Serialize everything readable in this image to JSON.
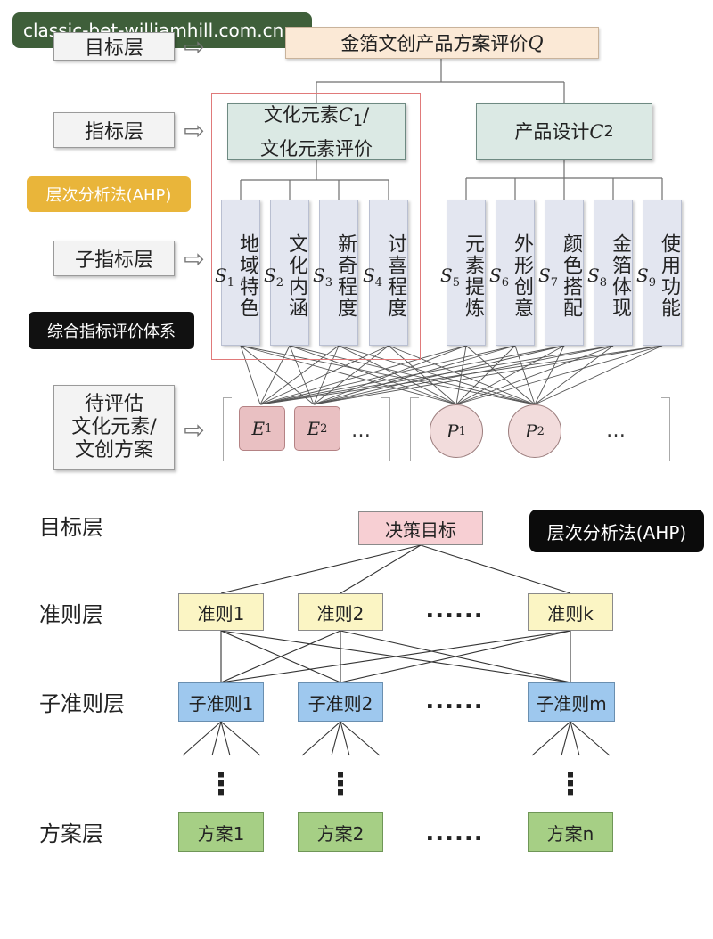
{
  "watermark": "classic-bet-williamhill.com.cn",
  "top": {
    "layers": {
      "goal": "目标层",
      "indicator": "指标层",
      "sub_indicator": "子指标层",
      "evaluate": [
        "待评估",
        "文化元素/",
        "文创方案"
      ]
    },
    "goal_box": "金箔文创产品方案评价",
    "goal_symbol": "Q",
    "c1": {
      "line1": "文化元素",
      "symbol": "C",
      "sub": "1",
      "slash": "/",
      "line2": "文化元素评价"
    },
    "c2": {
      "label": "产品设计",
      "symbol": "C",
      "sub": "2"
    },
    "ahp_pill": "层次分析法(AHP)",
    "system_pill": "综合指标评价体系",
    "sub_indicators": [
      {
        "text": "地域特色",
        "sub": "1"
      },
      {
        "text": "文化内涵",
        "sub": "2"
      },
      {
        "text": "新奇程度",
        "sub": "3"
      },
      {
        "text": "讨喜程度",
        "sub": "4"
      },
      {
        "text": "元素提炼",
        "sub": "5"
      },
      {
        "text": "外形创意",
        "sub": "6"
      },
      {
        "text": "颜色搭配",
        "sub": "7"
      },
      {
        "text": "金箔体现",
        "sub": "8"
      },
      {
        "text": "使用功能",
        "sub": "9"
      }
    ],
    "sub_symbol": "S",
    "e_items": [
      {
        "symbol": "E",
        "sub": "1"
      },
      {
        "symbol": "E",
        "sub": "2"
      }
    ],
    "p_items": [
      {
        "symbol": "P",
        "sub": "1"
      },
      {
        "symbol": "P",
        "sub": "2"
      }
    ],
    "ellipsis": "…"
  },
  "bottom": {
    "levels": {
      "goal": "目标层",
      "criteria": "准则层",
      "sub_criteria": "子准则层",
      "plan": "方案层"
    },
    "decision": "决策目标",
    "ahp_pill": "层次分析法(AHP)",
    "criteria": [
      "准则1",
      "准则2",
      "准则k"
    ],
    "sub_criteria": [
      "子准则1",
      "子准则2",
      "子准则m"
    ],
    "plans": [
      "方案1",
      "方案2",
      "方案n"
    ],
    "dots": "......",
    "vdots": "⋮"
  },
  "colors": {
    "goal_fill": "#fbe9d6",
    "indicator_fill": "#dbe9e4",
    "sub_fill": "#e3e6f0",
    "ahp_gold": "#e9b53a",
    "red_frame": "#e07a7a",
    "decision_pink": "#f7cfd3",
    "criteria_yellow": "#fbf5c4",
    "subcriteria_blue": "#9ec8ee",
    "plan_green": "#a6cf85"
  }
}
